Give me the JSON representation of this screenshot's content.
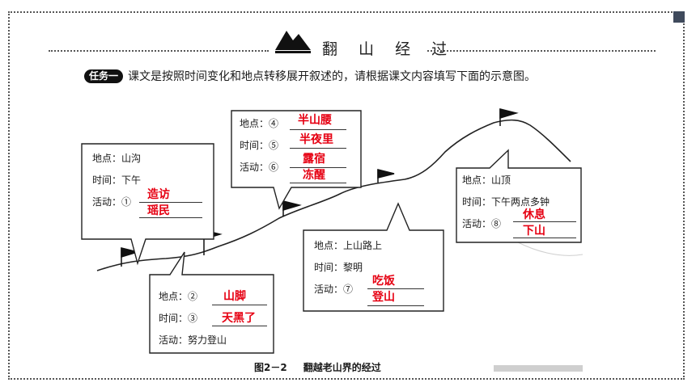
{
  "header": {
    "title": "翻 山 经 过"
  },
  "instruction": {
    "badge": "任务一",
    "text": "课文是按照时间变化和地点转移展开叙述的，请根据课文内容填写下面的示意图。"
  },
  "boxes": {
    "box1": {
      "place": "地点：山沟",
      "time": "时间：下午",
      "activity": "活动：①",
      "answers": [
        "造访",
        "瑶民"
      ]
    },
    "box2": {
      "place": "地点：②",
      "time": "时间：③",
      "activity": "活动：努力登山",
      "answers": [
        "山脚",
        "天黑了"
      ]
    },
    "box3": {
      "place": "地点：④",
      "time": "时间：⑤",
      "activity": "活动：⑥",
      "answers": [
        "半山腰",
        "半夜里",
        "露宿",
        "冻醒"
      ]
    },
    "box4": {
      "place": "地点：上山路上",
      "time": "时间：黎明",
      "activity": "活动：⑦",
      "answers": [
        "吃饭",
        "登山"
      ]
    },
    "box5": {
      "place": "地点：山顶",
      "time": "时间：下午两点多钟",
      "activity": "活动：⑧",
      "answers": [
        "休息",
        "下山"
      ]
    }
  },
  "caption": {
    "number": "图2－2",
    "text": "翻越老山界的经过"
  },
  "colors": {
    "answer": "#e60012",
    "accent": "#3f4a5c"
  }
}
